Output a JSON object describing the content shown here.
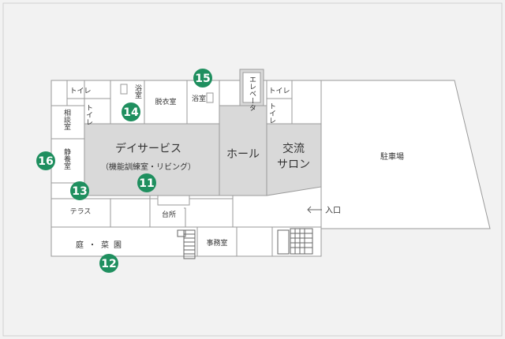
{
  "rooms": {
    "toilet_1": "トイレ",
    "bath_1": "浴室",
    "dressing": "脱衣室",
    "bath_2": "浴室",
    "elevator": "エレベータ",
    "toilet_2": "トイレ",
    "toilet_3": "トイレ",
    "toilet_4": "トイレ",
    "consult": "相談室",
    "rest": "静養室",
    "day_service": "デイサービス",
    "day_service_sub": "（機能訓練室・リビング）",
    "hall": "ホール",
    "salon_1": "交流",
    "salon_2": "サロン",
    "parking": "駐車場",
    "terrace": "テラス",
    "kitchen": "台所",
    "office": "事務室",
    "garden": "庭・菜園",
    "entrance": "入口"
  },
  "badges": [
    "11",
    "12",
    "13",
    "14",
    "15",
    "16"
  ],
  "colors": {
    "badge": "#1f8f5f",
    "gray_room": "#d9d9d9",
    "wall": "#9a9a9a"
  }
}
